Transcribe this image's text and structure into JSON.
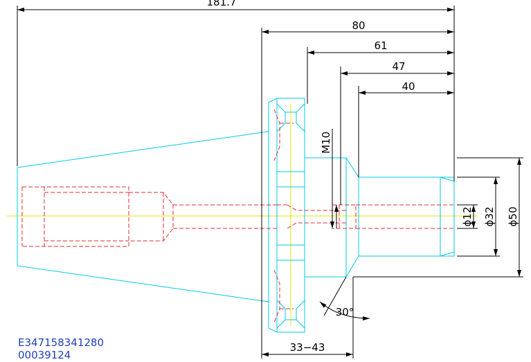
{
  "colors": {
    "outline": "#00c8e6",
    "hidden": "#e0282c",
    "centerline": "#e6e600",
    "dimension": "#000000",
    "code": "#1f3fbf"
  },
  "dimensions": {
    "overall_length": "181.7",
    "length_80": "80",
    "length_61": "61",
    "length_47": "47",
    "length_40": "40",
    "thread": "M10",
    "dia_12": "ϕ12",
    "dia_32": "ϕ32",
    "dia_50": "ϕ50",
    "angle": "30°",
    "range": "33−43"
  },
  "codes": {
    "line1": "E347158341280",
    "line2": "00039124"
  }
}
